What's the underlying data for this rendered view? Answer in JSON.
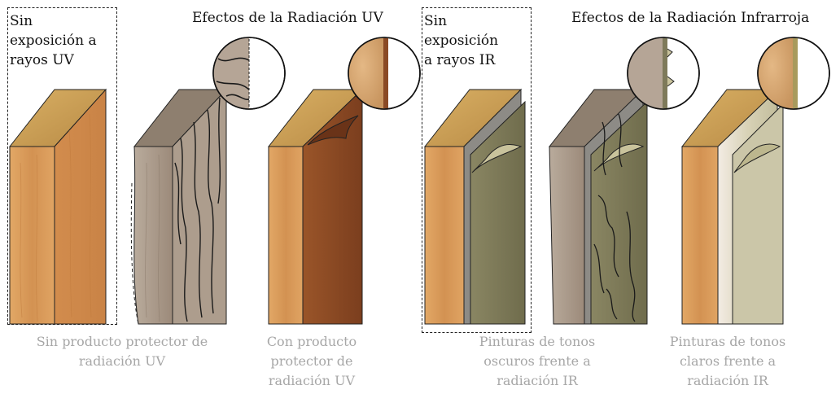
{
  "uv": {
    "title": "Efectos de la Radiación UV",
    "reference_label": [
      "Sin",
      "exposición a",
      "rayos UV"
    ],
    "captions": {
      "unprotected": [
        "Sin producto protector de",
        "radiación UV"
      ],
      "protected": [
        "Con producto",
        "protector de",
        "radiación UV"
      ]
    }
  },
  "ir": {
    "title": "Efectos de la Radiación Infrarroja",
    "reference_label": [
      "Sin",
      "exposición",
      "a rayos IR"
    ],
    "captions": {
      "dark": [
        "Pinturas de tonos",
        "oscuros frente a",
        "radiación IR"
      ],
      "light": [
        "Pinturas de tonos",
        "claros frente a",
        "radiación IR"
      ]
    }
  },
  "colors": {
    "wood_front": "#d89a5a",
    "wood_top": "#c9a055",
    "weathered_wood": "#a39282",
    "protected_coat": "#8a4a25",
    "dark_paint": "#7e7a5a",
    "light_paint": "#cbc6a8",
    "caption_text": "#a7a7a7"
  }
}
